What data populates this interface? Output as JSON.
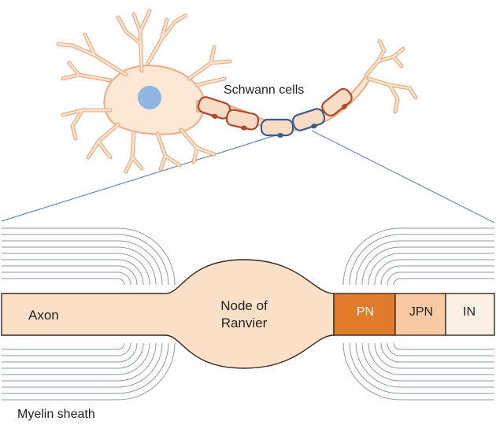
{
  "labels": {
    "schwann_cells": "Schwann cells",
    "axon": "Axon",
    "node_line1": "Node of",
    "node_line2": "Ranvier",
    "pn": "PN",
    "jpn": "JPN",
    "in": "IN",
    "myelin_sheath": "Myelin sheath"
  },
  "colors": {
    "neuron_fill": "#fde8d6",
    "neuron_stroke": "#f0ac80",
    "nucleus": "#8fb6e0",
    "schwann_red": "#b3472a",
    "schwann_blue": "#3e5d8a",
    "axon_fill": "#fde0c8",
    "pn_fill": "#e07b2c",
    "jpn_fill": "#f8c9a2",
    "in_fill": "#fdf0e4",
    "myelin_line": "#8d98a8",
    "zoom_line": "#6c8bb0"
  }
}
